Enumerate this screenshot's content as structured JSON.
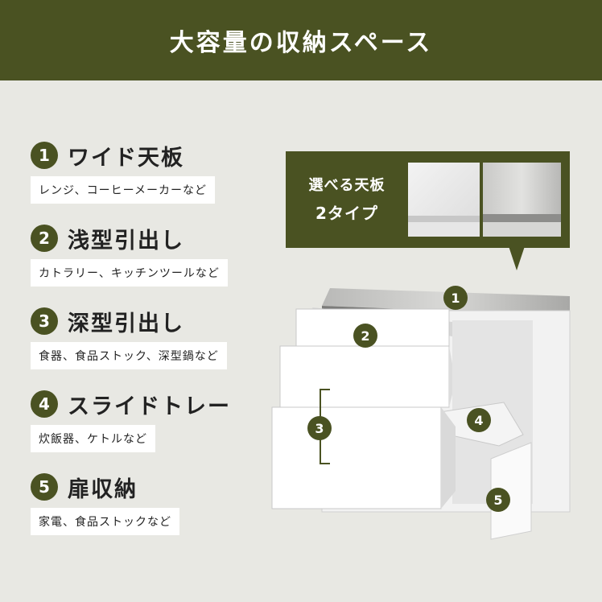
{
  "header": {
    "title": "大容量の収納スペース"
  },
  "features": [
    {
      "num": "1",
      "label": "ワイド天板",
      "sub": "レンジ、コーヒーメーカーなど"
    },
    {
      "num": "2",
      "label": "浅型引出し",
      "sub": "カトラリー、キッチンツールなど"
    },
    {
      "num": "3",
      "label": "深型引出し",
      "sub": "食器、食品ストック、深型鍋など"
    },
    {
      "num": "4",
      "label": "スライドトレー",
      "sub": "炊飯器、ケトルなど"
    },
    {
      "num": "5",
      "label": "扉収納",
      "sub": "家電、食品ストックなど"
    }
  ],
  "topboard": {
    "line1": "選べる天板",
    "line2": "2タイプ"
  },
  "markers": [
    "1",
    "2",
    "3",
    "4",
    "5"
  ],
  "colors": {
    "accent": "#4a5222",
    "background": "#e8e8e3",
    "text": "#222222"
  }
}
